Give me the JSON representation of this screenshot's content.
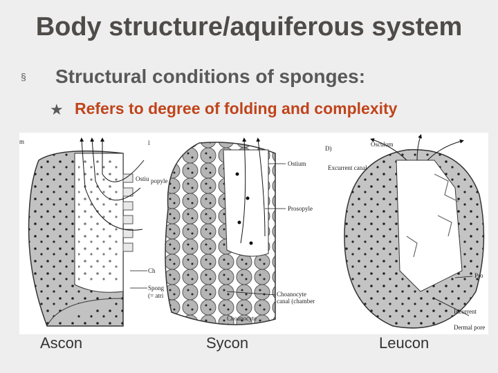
{
  "slide": {
    "title": "Body structure/aquiferous system",
    "bullet_symbol": "§",
    "point": "Structural conditions of sponges:",
    "sub_bullet_symbol": "★",
    "sub_point": "Refers to degree of folding and complexity"
  },
  "figure": {
    "panels": [
      {
        "caption": "Ascon",
        "labels": [
          "m",
          "l",
          "Ostiu",
          "popyle",
          "Ch",
          "Spong",
          "(= atri"
        ]
      },
      {
        "caption": "Sycon",
        "labels": [
          "Ostium",
          "Prosopyle",
          "Choanocyte",
          "canal (chamber",
          "Choanocyte"
        ]
      },
      {
        "caption": "Leucon",
        "labels": [
          "D)",
          "Osculum",
          "Excurrent canal",
          "Pro",
          "Incurrent",
          "Dermal pore"
        ]
      }
    ],
    "colors": {
      "wall": "#bdbdbd",
      "inner": "#ffffff",
      "dots": "#222222"
    }
  }
}
